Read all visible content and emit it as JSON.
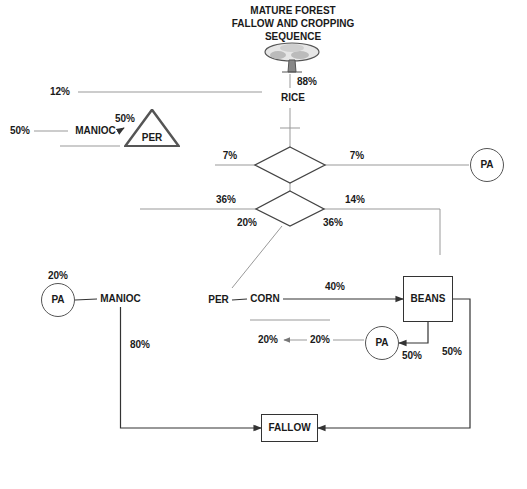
{
  "diagram": {
    "title": "MATURE FOREST FALLOW AND CROPPING SEQUENCE",
    "nodes": [
      {
        "text": [
          "RICE"
        ]
      },
      {
        "text": [
          "MANIOC"
        ]
      },
      {
        "text": [
          "PER"
        ]
      },
      {
        "text": [
          "PA"
        ]
      },
      {
        "text": [
          "PA"
        ]
      },
      {
        "text": [
          "MANIOC"
        ]
      },
      {
        "text": [
          "PER"
        ]
      },
      {
        "text": [
          "CORN"
        ]
      },
      {
        "text": [
          "BEANS"
        ]
      },
      {
        "text": [
          "PA"
        ]
      },
      {
        "text": [
          "FALLOW"
        ]
      }
    ],
    "edges": [
      {
        "from": 1,
        "to": 2,
        "arrow": "to",
        "label": "50%"
      },
      {
        "from": 4,
        "to": 5,
        "arrow": "none"
      },
      {
        "from": 6,
        "to": 7,
        "arrow": "none"
      },
      {
        "from": 7,
        "to": 8,
        "arrow": "to",
        "label": "40%"
      },
      {
        "from": 8,
        "to": 9,
        "arrow": "to",
        "label": "50%"
      },
      {
        "from": 5,
        "to": 10,
        "arrow": "to",
        "label": "80%"
      },
      {
        "from": 8,
        "to": 10,
        "arrow": "to"
      }
    ],
    "labels": [
      "12%",
      "88%",
      "50%",
      "7%",
      "7%",
      "36%",
      "14%",
      "20%",
      "36%",
      "20%",
      "20%",
      "20%",
      "50%"
    ]
  }
}
